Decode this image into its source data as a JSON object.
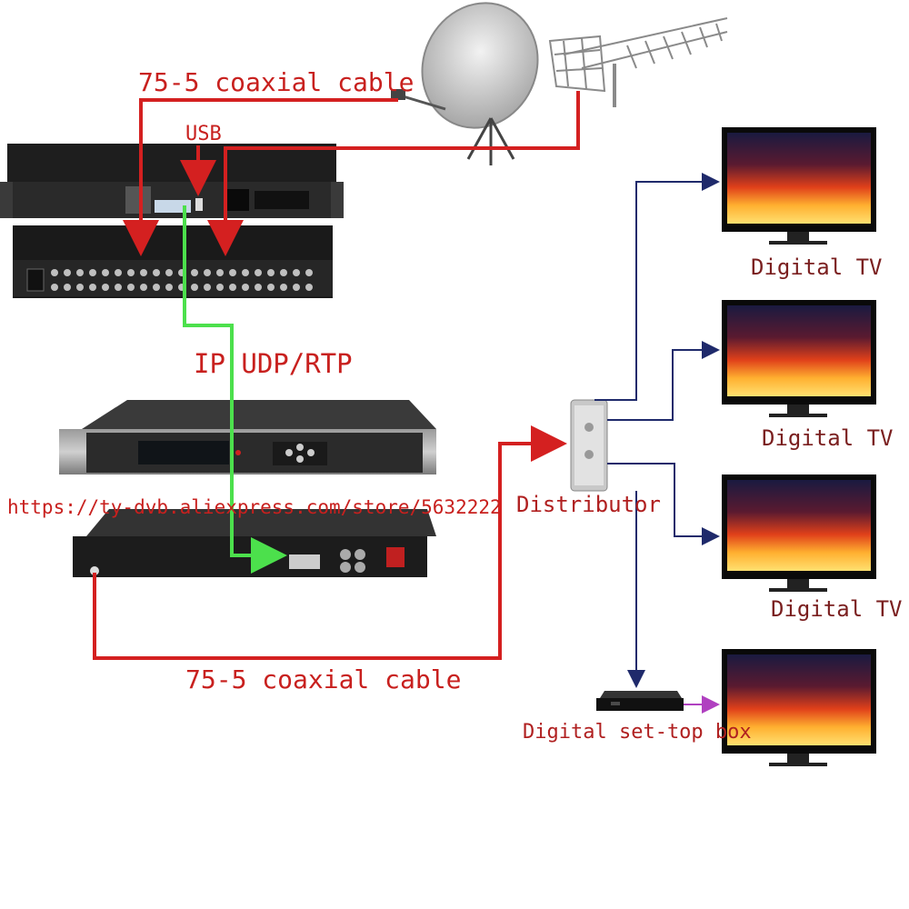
{
  "labels": {
    "coax_top": "75-5 coaxial cable",
    "usb": "USB",
    "ip": "IP UDP/RTP",
    "url": "https://ty-dvb.aliexpress.com/store/5632222",
    "coax_bottom": "75-5 coaxial cable",
    "distributor": "Distributor",
    "tv1": "Digital TV",
    "tv2": "Digital TV",
    "tv3": "Digital TV",
    "stb": "Digital set-top box"
  },
  "colors": {
    "coax": "#d42020",
    "ip": "#4ce04c",
    "distribution": "#1f2a6b",
    "stb_link": "#b040c0"
  },
  "icons": [
    "satellite-dish-icon",
    "yagi-antenna-icon",
    "encoder-device-icon",
    "modulator-device-icon",
    "distributor-icon",
    "tv-icon",
    "set-top-box-icon"
  ]
}
